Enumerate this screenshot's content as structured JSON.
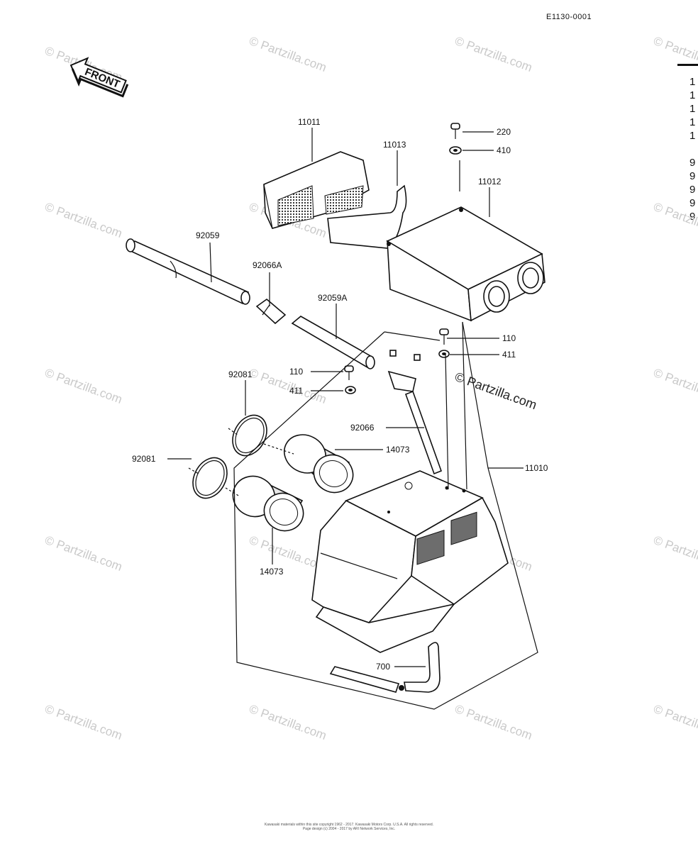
{
  "doc_code": "E1130-0001",
  "front_label": "FRONT",
  "watermark": "© Partzilla.com",
  "watermark_center": "© Partzilla.com",
  "callouts": {
    "p11011": "11011",
    "p11013": "11013",
    "p220": "220",
    "p410": "410",
    "p11012": "11012",
    "p92059": "92059",
    "p92066A": "92066A",
    "p92059A": "92059A",
    "p110_right": "110",
    "p411_right": "411",
    "p92081_top": "92081",
    "p110_left": "110",
    "p411_left": "411",
    "p92066": "92066",
    "p14073_top": "14073",
    "p11010": "11010",
    "p92081_left": "92081",
    "p14073_bottom": "14073",
    "p700": "700"
  },
  "side_list": [
    "1",
    "1",
    "1",
    "1",
    "1",
    "9",
    "9",
    "9",
    "9",
    "9"
  ],
  "copyright_line1": "Kawasaki materials within this site copyright 1962 - 2017. Kawasaki Motors Corp. U.S.A. All rights reserved.",
  "copyright_line2": "Page design (c) 2004 - 2017 by ARI Network Services, Inc."
}
